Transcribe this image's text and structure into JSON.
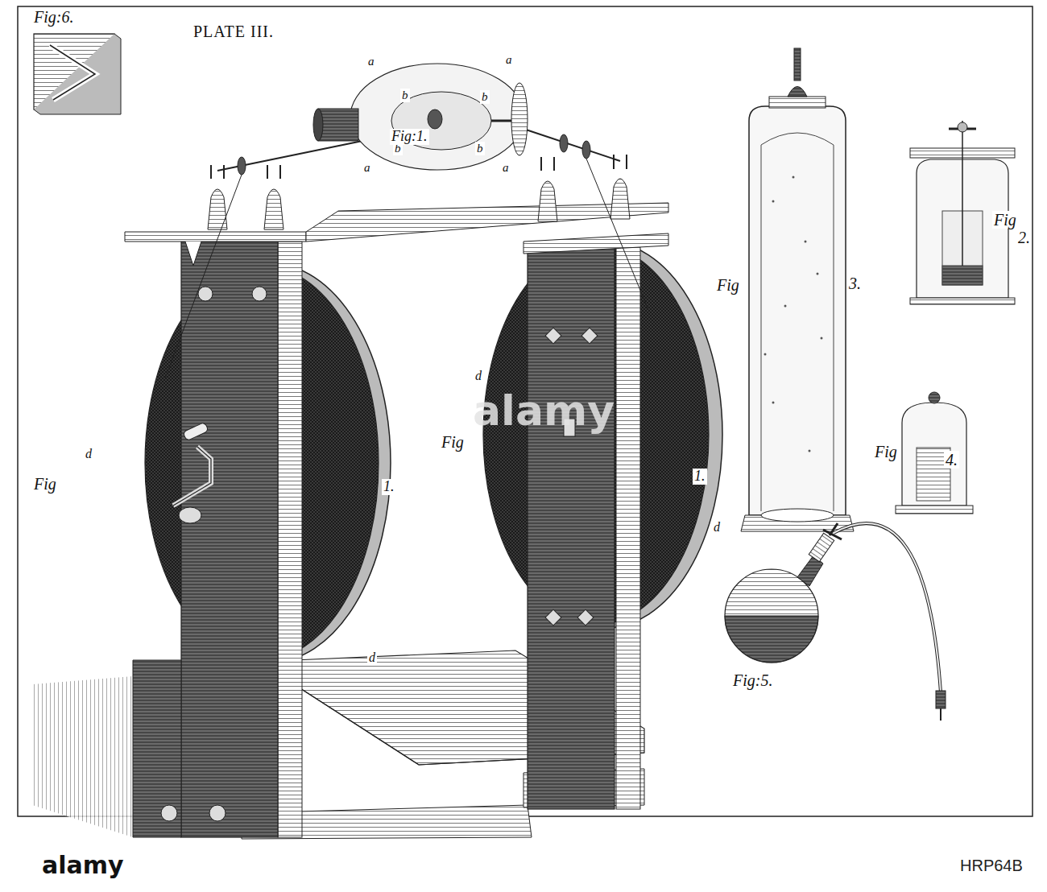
{
  "diagram": {
    "title": "PLATE III.",
    "labels": [
      "Fig:6.",
      "a",
      "a",
      "b",
      "b",
      "b",
      "b",
      "a",
      "a",
      "Fig:1.",
      "Fig",
      "3.",
      "Fig",
      "2.",
      "Fig",
      "4.",
      "d",
      "Fig",
      "1.",
      "d",
      "d",
      "Fig",
      "1.",
      "d",
      "Fig:5.",
      "alamy",
      "alamy",
      "HRP64B"
    ]
  }
}
